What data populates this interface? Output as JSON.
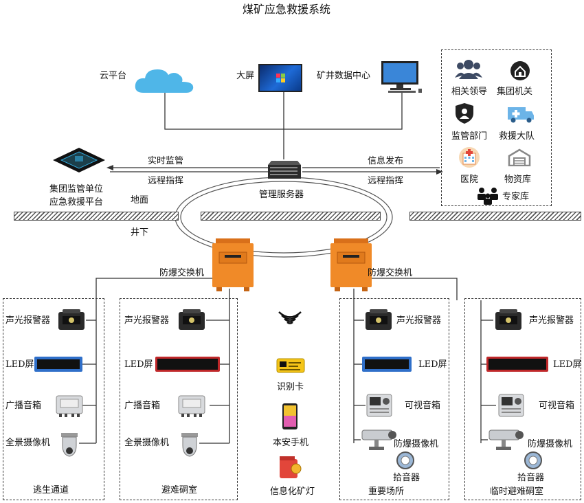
{
  "title": "煤矿应急救援系统",
  "top": {
    "cloud": "云平台",
    "screen": "大屏",
    "data_center": "矿井数据中心"
  },
  "links": {
    "realtime": "实时监管",
    "remote_left": "远程指挥",
    "publish": "信息发布",
    "remote_right": "远程指挥"
  },
  "group_platform": {
    "line1": "集团监管单位",
    "line2": "应急救援平台"
  },
  "server": "管理服务器",
  "ground_label": "地面",
  "underground_label": "井下",
  "switch_left": "防爆交换机",
  "switch_right": "防爆交换机",
  "agencies": [
    {
      "label": "相关领导",
      "icon": "people-icon"
    },
    {
      "label": "集团机关",
      "icon": "house-icon"
    },
    {
      "label": "监管部门",
      "icon": "badge-icon"
    },
    {
      "label": "救援大队",
      "icon": "ambulance-icon"
    },
    {
      "label": "医院",
      "icon": "hospital-icon"
    },
    {
      "label": "物资库",
      "icon": "warehouse-icon"
    },
    {
      "label": "专家库",
      "icon": "experts-icon"
    }
  ],
  "zones": {
    "escape": {
      "name": "逃生通道",
      "items": [
        "声光报警器",
        "LED屏",
        "广播音箱",
        "全景摄像机"
      ]
    },
    "refuge": {
      "name": "避难硐室",
      "items": [
        "声光报警器",
        "LED屏",
        "广播音箱",
        "全景摄像机"
      ]
    },
    "important": {
      "name": "重要场所",
      "items": [
        "声光报警器",
        "LED屏",
        "可视音箱",
        "防爆摄像机",
        "拾音器"
      ]
    },
    "temp_refuge": {
      "name": "临时避难硐室",
      "items": [
        "声光报警器",
        "LED屏",
        "可视音箱",
        "防爆摄像机",
        "拾音器"
      ]
    }
  },
  "personal": [
    "识别卡",
    "本安手机",
    "信息化矿灯"
  ],
  "colors": {
    "orange": "#f08a28",
    "cloud": "#4fb6e8",
    "led_blue": "#2f6fc9",
    "led_red": "#c0282a",
    "line": "#333333"
  }
}
